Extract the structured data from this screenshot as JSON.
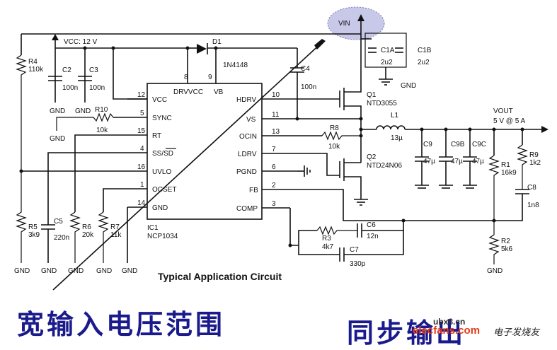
{
  "ic": {
    "ref": "IC1",
    "part": "NCP1034"
  },
  "pins_left": [
    {
      "num": "12",
      "name": "VCC"
    },
    {
      "num": "5",
      "name": "SYNC"
    },
    {
      "num": "15",
      "name": "RT"
    },
    {
      "num": "4",
      "name": "SS/SD"
    },
    {
      "num": "16",
      "name": "UVLO"
    },
    {
      "num": "1",
      "name": "OCSET"
    },
    {
      "num": "14",
      "name": "GND"
    }
  ],
  "pins_right": [
    {
      "num": "10",
      "name": "HDRV"
    },
    {
      "num": "11",
      "name": "VS"
    },
    {
      "num": "13",
      "name": "OCIN"
    },
    {
      "num": "7",
      "name": "LDRV"
    },
    {
      "num": "6",
      "name": "PGND"
    },
    {
      "num": "2",
      "name": "FB"
    },
    {
      "num": "3",
      "name": "COMP"
    }
  ],
  "pins_top": [
    {
      "num": "8",
      "name": "DRVVCC"
    },
    {
      "num": "9",
      "name": "VB"
    }
  ],
  "vcc_label": "VCC: 12 V",
  "vin_label": "VIN",
  "vout_label": "VOUT",
  "vout_spec": "5 V @ 5 A",
  "gnd": "GND",
  "components": {
    "r4": {
      "ref": "R4",
      "val": "110k"
    },
    "c2": {
      "ref": "C2",
      "val": "100n"
    },
    "c3": {
      "ref": "C3",
      "val": "100n"
    },
    "r10": {
      "ref": "R10",
      "val": "10k"
    },
    "d1": {
      "ref": "D1",
      "val": "1N4148"
    },
    "c4": {
      "ref": "C4",
      "val": "100n"
    },
    "c1a": {
      "ref": "C1A",
      "val": "2u2"
    },
    "c1b": {
      "ref": "C1B",
      "val": "2u2"
    },
    "q1": {
      "ref": "Q1",
      "val": "NTD3055"
    },
    "q2": {
      "ref": "Q2",
      "val": "NTD24N06"
    },
    "l1": {
      "ref": "L1",
      "val": "13µ"
    },
    "r8": {
      "ref": "R8",
      "val": "10k"
    },
    "c9": {
      "ref": "C9",
      "val": "47µ"
    },
    "c9b": {
      "ref": "C9B",
      "val": "47µ"
    },
    "c9c": {
      "ref": "C9C",
      "val": "47µ"
    },
    "r1": {
      "ref": "R1",
      "val": "16k9"
    },
    "r9": {
      "ref": "R9",
      "val": "1k2"
    },
    "c8": {
      "ref": "C8",
      "val": "1n8"
    },
    "r2": {
      "ref": "R2",
      "val": "5k6"
    },
    "r5": {
      "ref": "R5",
      "val": "3k9"
    },
    "c5": {
      "ref": "C5",
      "val": "220n"
    },
    "r6": {
      "ref": "R6",
      "val": "20k"
    },
    "r7": {
      "ref": "R7",
      "val": "11k"
    },
    "r3": {
      "ref": "R3",
      "val": "4k7"
    },
    "c6": {
      "ref": "C6",
      "val": "12n"
    },
    "c7": {
      "ref": "C7",
      "val": "330p"
    }
  },
  "caption": "Typical Application Circuit",
  "cn_title": "宽输入电压范围",
  "cn_title2": "同步输出",
  "watermark": {
    "site": "ubx8.cn",
    "brand": "elecfans.com",
    "tagline": "电子发烧友"
  }
}
